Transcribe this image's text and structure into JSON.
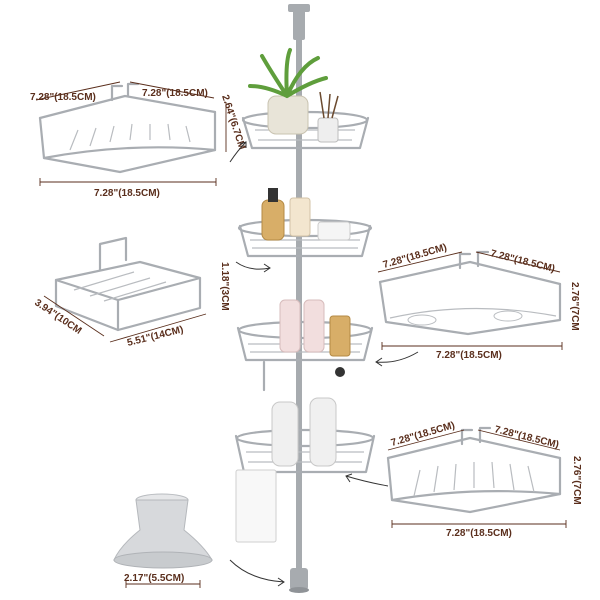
{
  "colors": {
    "background": "#ffffff",
    "metal": "#a9adb2",
    "dimension_text": "#5a2e1c"
  },
  "labels": {
    "top_basket": {
      "left_edge": "7.28\"(18.5CM)",
      "right_edge": "7.28\"(18.5CM)",
      "height": "2.64\"(6.7CM",
      "front": "7.28\"(18.5CM)"
    },
    "soap_holder": {
      "depth": "3.94\"(10CM",
      "width": "5.51\"(14CM)",
      "gap": "1.18\"(3CM"
    },
    "middle_basket": {
      "left_edge": "7.28\"(18.5CM)",
      "right_edge": "7.28\"(18.5CM)",
      "height": "2.76\"(7CM",
      "front": "7.28\"(18.5CM)"
    },
    "bottom_basket": {
      "left_edge": "7.28\"(18.5CM)",
      "right_edge": "7.28\"(18.5CM)",
      "height": "2.76\"(7CM",
      "front": "7.28\"(18.5CM)"
    },
    "base": {
      "diameter": "2.17\"(5.5CM)"
    }
  }
}
